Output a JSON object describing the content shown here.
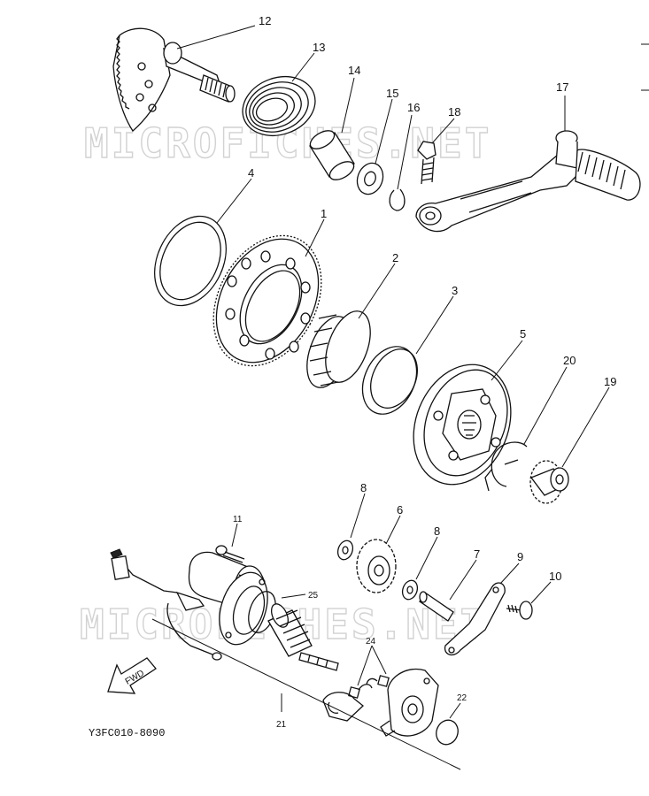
{
  "watermark": "MICROFICHES.NET",
  "diagram_code": "Y3FC010-8090",
  "fwd_label": "FWD",
  "labels": [
    {
      "id": "12",
      "text": "12"
    },
    {
      "id": "13",
      "text": "13"
    },
    {
      "id": "14",
      "text": "14"
    },
    {
      "id": "15",
      "text": "15"
    },
    {
      "id": "16",
      "text": "16"
    },
    {
      "id": "18",
      "text": "18"
    },
    {
      "id": "17",
      "text": "17"
    },
    {
      "id": "4",
      "text": "4"
    },
    {
      "id": "1",
      "text": "1"
    },
    {
      "id": "2",
      "text": "2"
    },
    {
      "id": "3",
      "text": "3"
    },
    {
      "id": "5",
      "text": "5"
    },
    {
      "id": "20",
      "text": "20"
    },
    {
      "id": "19",
      "text": "19"
    },
    {
      "id": "8a",
      "text": "8"
    },
    {
      "id": "6",
      "text": "6"
    },
    {
      "id": "8b",
      "text": "8"
    },
    {
      "id": "7",
      "text": "7"
    },
    {
      "id": "9",
      "text": "9"
    },
    {
      "id": "10",
      "text": "10"
    },
    {
      "id": "11",
      "text": "11"
    },
    {
      "id": "25",
      "text": "25"
    },
    {
      "id": "24",
      "text": "24"
    },
    {
      "id": "22",
      "text": "22"
    },
    {
      "id": "21",
      "text": "21"
    }
  ]
}
